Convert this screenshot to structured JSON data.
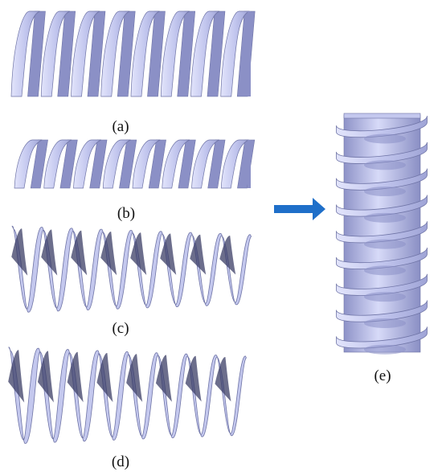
{
  "colors": {
    "ribbon_front": "#c4c8ee",
    "ribbon_back": "#8b90c6",
    "ribbon_edge": "#6f74a6",
    "ribbon_dark": "#3b3e66",
    "arrow": "#1f6fc9"
  },
  "panels": [
    {
      "id": "a",
      "label": "(a)",
      "kind": "flat-strip-coil",
      "turns": 8
    },
    {
      "id": "b",
      "label": "(b)",
      "kind": "narrow-strip-coil",
      "turns": 8
    },
    {
      "id": "c",
      "label": "(c)",
      "kind": "twisted-ribbon-wave",
      "turns": 8
    },
    {
      "id": "d",
      "label": "(d)",
      "kind": "twisted-ribbon-wave-thin",
      "turns": 8
    },
    {
      "id": "e",
      "label": "(e)",
      "kind": "assembled-coil-vertical",
      "turns": 9
    }
  ],
  "arrow": {
    "icon": "right-arrow-icon"
  }
}
